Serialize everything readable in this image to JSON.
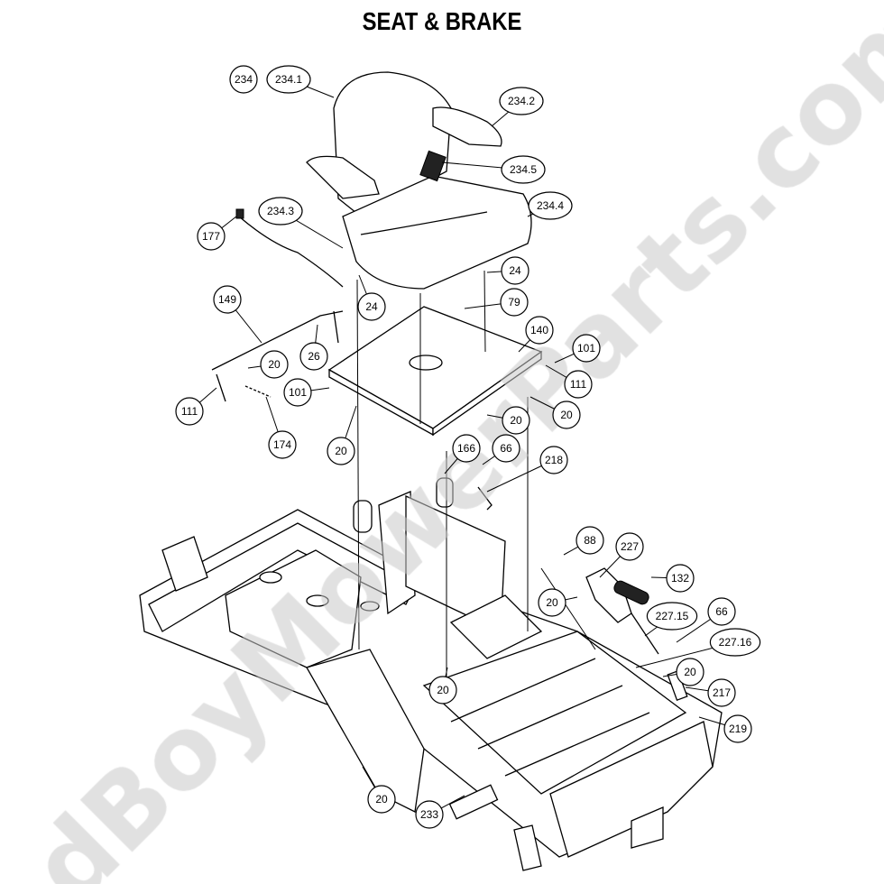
{
  "title": "SEAT & BRAKE",
  "watermark": "BadBoyMowerParts.com",
  "callouts": [
    "234",
    "234.1",
    "234.2",
    "234.5",
    "234.4",
    "177",
    "234.3",
    "24",
    "24",
    "79",
    "149",
    "26",
    "20",
    "140",
    "101",
    "111",
    "101",
    "111",
    "174",
    "20",
    "20",
    "20",
    "166",
    "66",
    "218",
    "88",
    "227",
    "132",
    "20",
    "227.15",
    "66",
    "227.16",
    "20",
    "217",
    "219",
    "20",
    "20",
    "233"
  ]
}
